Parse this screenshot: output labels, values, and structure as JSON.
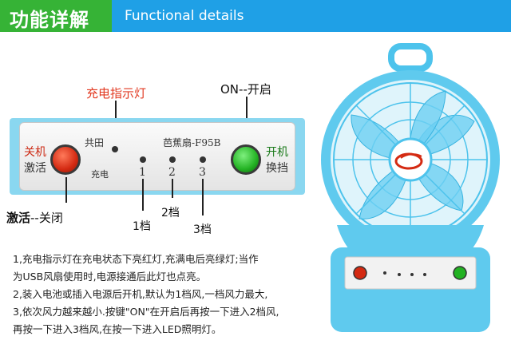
{
  "header": {
    "title_cn": "功能详解",
    "title_en": "Functional details"
  },
  "callouts": {
    "charge_indicator": "充电指示灯",
    "on": "ON--开启",
    "off_bold": "激活",
    "off_rest": "--关闭",
    "gear1": "1档",
    "gear2": "2档",
    "gear3": "3档"
  },
  "panel": {
    "off_line1": "关机",
    "off_line2": "激活",
    "on_line1": "开机",
    "on_line2": "换挡",
    "brand": "共田",
    "model": "芭蕉扇-F95B",
    "charge": "充电",
    "n1": "1",
    "n2": "2",
    "n3": "3"
  },
  "description": [
    "1,充电指示灯在充电状态下亮红灯,充满电后亮绿灯;当作",
    "为USB风扇使用时,电源接通后此灯也点亮。",
    "2,装入电池或插入电源后开机,默认为1档风,一档风力最大,",
    "3,依次风力越来越小.按键\"ON\"在开启后再按一下进入2档风,",
    "再按一下进入3档风,在按一下进入LED照明灯。"
  ],
  "colors": {
    "green": "#36b336",
    "blue": "#1fa0e6",
    "fan_blue": "#4dc3ec",
    "red": "#e23a22"
  }
}
